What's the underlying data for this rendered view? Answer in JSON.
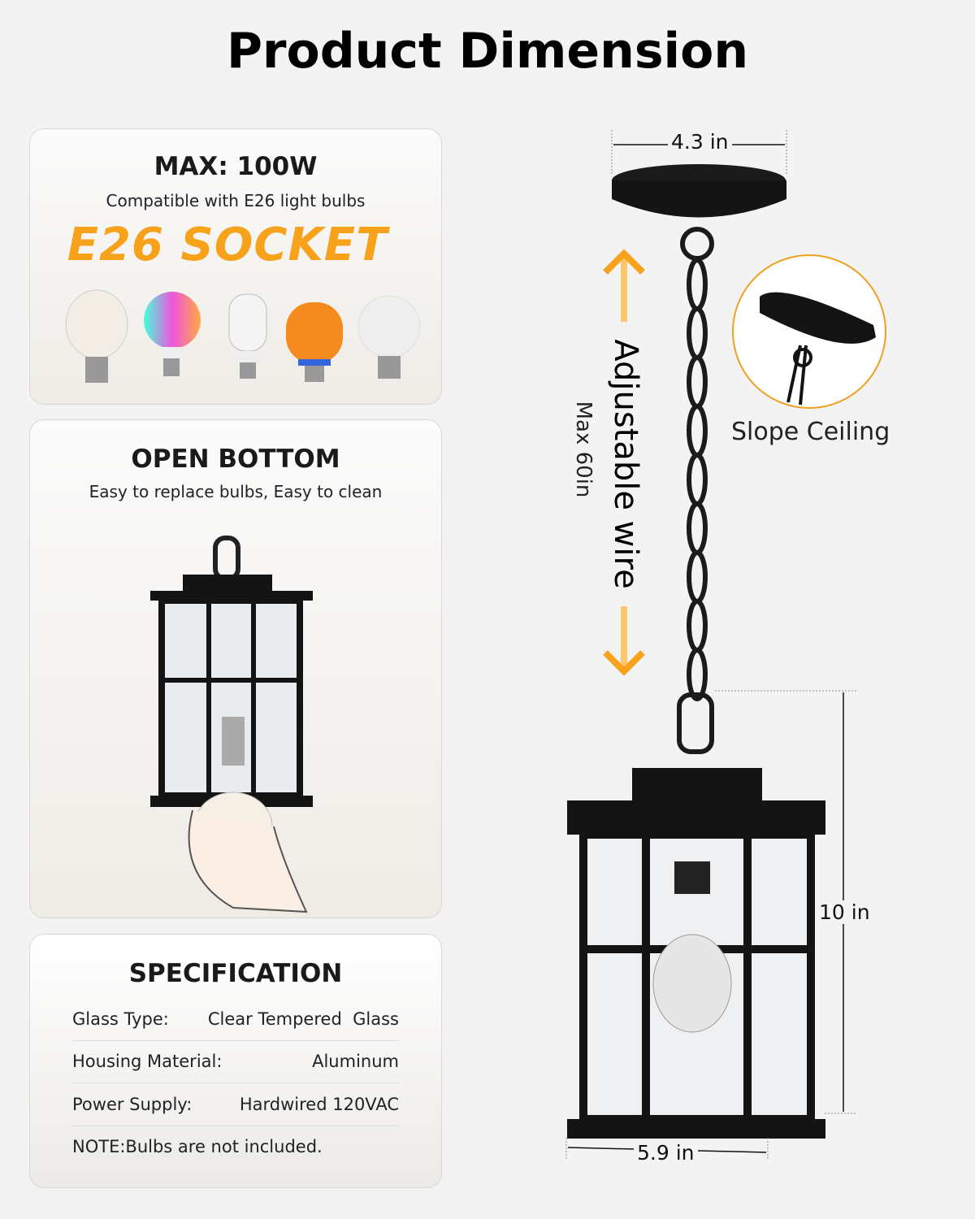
{
  "title": "Product Dimension",
  "bulb_card": {
    "heading": "MAX: 100W",
    "subtitle": "Compatible with E26 light bulbs",
    "socket": "E26 SOCKET"
  },
  "open_bottom_card": {
    "heading": "OPEN BOTTOM",
    "subtitle": "Easy to replace bulbs, Easy to clean"
  },
  "spec_card": {
    "heading": "SPECIFICATION",
    "rows": [
      {
        "label": "Glass Type:",
        "value": "Clear Tempered  Glass"
      },
      {
        "label": "Housing Material:",
        "value": "Aluminum"
      },
      {
        "label": "Power Supply:",
        "value": "Hardwired 120VAC"
      }
    ],
    "note": "NOTE:Bulbs are not included."
  },
  "dimensions": {
    "canopy_width": "4.3 in",
    "wire_label": "Adjustable wire",
    "wire_max": "Max 60in",
    "height": "10 in",
    "base_width": "5.9 in",
    "slope_label": "Slope Ceiling"
  },
  "colors": {
    "accent": "#f7a21b",
    "fixture": "#141414"
  }
}
